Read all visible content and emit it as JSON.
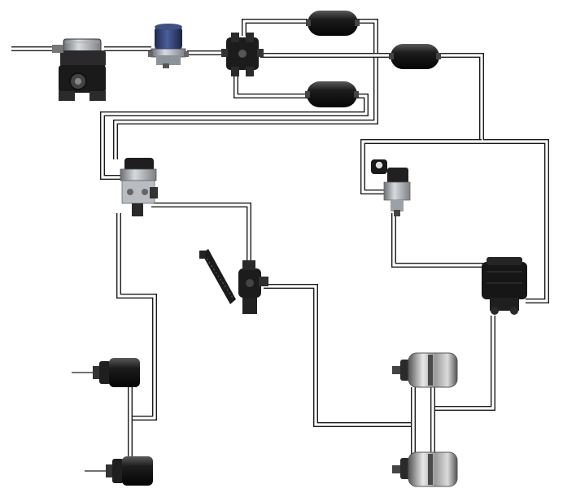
{
  "diagram": {
    "kind": "pneumatic brake system schematic",
    "colors": {
      "background": "#ffffff",
      "pipe_outline": "#1a1a1a",
      "pipe_fill": "#ffffff",
      "component_dark": "#151515",
      "component_metal": "#9aa0a6",
      "dryer_blue": "#2c3f70"
    },
    "components": [
      "air-compressor",
      "air-dryer",
      "four-circuit-protection-valve",
      "air-reservoir-top",
      "air-reservoir-middle",
      "air-reservoir-right",
      "foot-brake-valve",
      "parking-hand-brake-valve",
      "load-sensing-valve",
      "relay-valve",
      "spring-brake-chamber-front",
      "spring-brake-chamber-rear",
      "brake-chamber-upper",
      "brake-chamber-lower"
    ]
  }
}
